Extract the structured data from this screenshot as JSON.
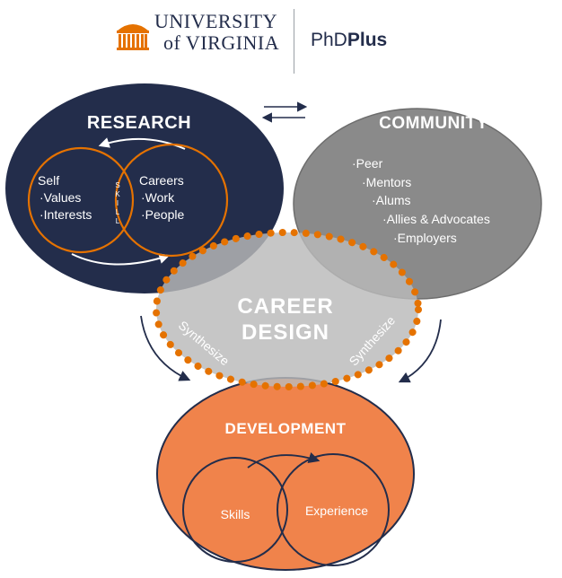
{
  "header": {
    "university_line1": "UNIVERSITY",
    "university_line2": "of VIRGINIA",
    "program_regular": "PhD",
    "program_bold": "Plus"
  },
  "research": {
    "title": "RESEARCH",
    "self_title": "Self",
    "self_items": [
      "·Values",
      "·Interests"
    ],
    "careers_title": "Careers",
    "careers_items": [
      "·Work",
      "·People"
    ],
    "skill_letters": [
      "S",
      "K",
      "I",
      "L",
      "L"
    ]
  },
  "community": {
    "title": "COMMUNITY",
    "items": [
      "·Peer",
      "·Mentors",
      "·Alums",
      "·Allies & Advocates",
      "·Employers"
    ]
  },
  "career_design": {
    "line1": "CAREER",
    "line2": "DESIGN",
    "left_label": "Synthesize",
    "right_label": "Synthesize"
  },
  "development": {
    "title": "DEVELOPMENT",
    "left_label": "Skills",
    "right_label": "Experience"
  },
  "colors": {
    "navy": "#232D4B",
    "orange": "#E57200",
    "light_orange": "#F0834B",
    "gray": "#8A8A8A",
    "light_gray": "#B9B9B9"
  }
}
